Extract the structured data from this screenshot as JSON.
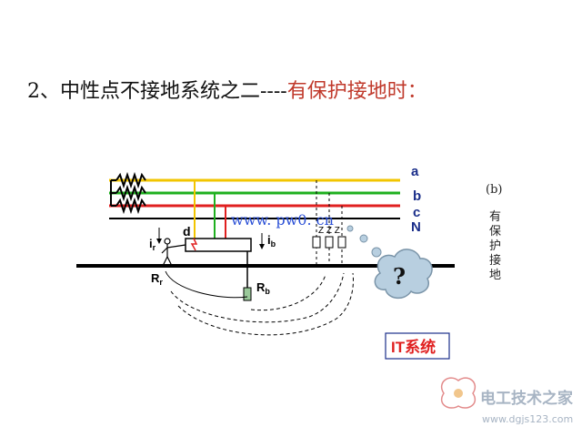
{
  "title": {
    "main": "2、中性点不接地系统之二----",
    "sub": "有保护接地时："
  },
  "phase_labels": [
    "a",
    "b",
    "c",
    "N"
  ],
  "labels": {
    "d": "d",
    "ir": "i",
    "ir_sub": "r",
    "ib": "i",
    "ib_sub": "b",
    "rr": "R",
    "rr_sub": "r",
    "rb": "R",
    "rb_sub": "b",
    "z_marks": "Z Z Z",
    "question": "?",
    "it_system": "IT系统",
    "caption_b": "(b)",
    "vertical_caption": [
      "有",
      "保",
      "护",
      "接",
      "地"
    ]
  },
  "watermarks": {
    "center": "www. pw0. cn",
    "brand": "电工技术之家",
    "url": "www.dgjs123.com"
  },
  "colors": {
    "phase_a": "#f2c500",
    "phase_b": "#1fb01f",
    "phase_c": "#e02020",
    "neutral": "#000000",
    "label_blue": "#1a2e8a",
    "it_red": "#e02020",
    "watermark_blue": "#2a4fd6"
  }
}
